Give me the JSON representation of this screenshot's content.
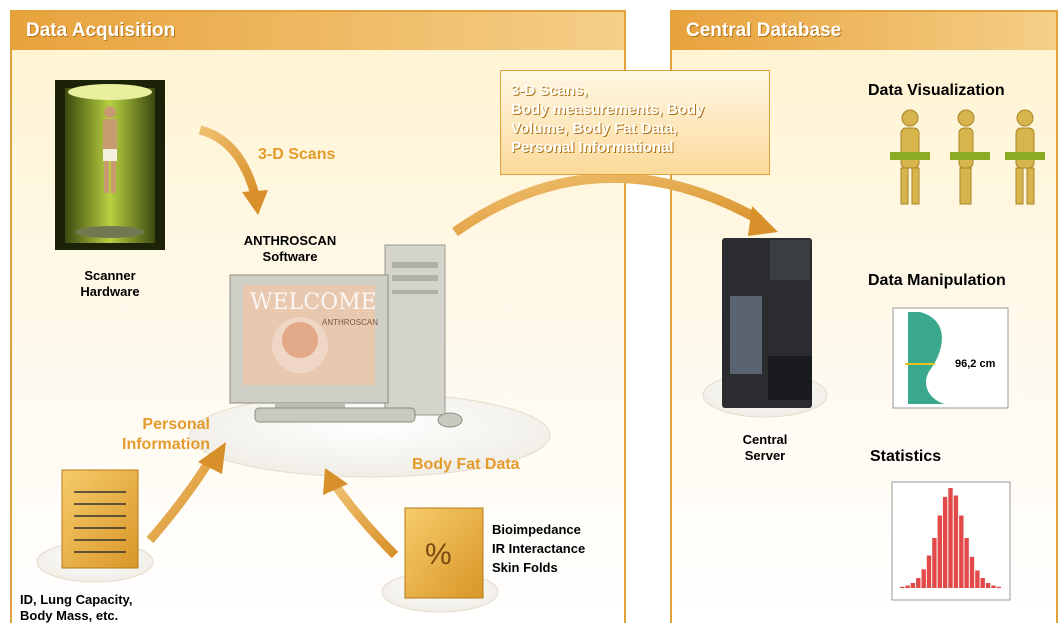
{
  "panels": {
    "acquisition_title": "Data Acquisition",
    "database_title": "Central Database"
  },
  "scanner": {
    "label_line1": "Scanner",
    "label_line2": "Hardware"
  },
  "software": {
    "label_line1": "ANTHROSCAN",
    "label_line2": "Software",
    "screen_text": "WELCOME",
    "screen_sub": "ANTHROSCAN"
  },
  "arrows": {
    "scans": "3-D Scans",
    "personal_line1": "Personal",
    "personal_line2": "Information",
    "bodyfat": "Body Fat Data"
  },
  "transfer_box": {
    "line1": "3-D Scans,",
    "line2": "Body measurements, Body",
    "line3": "Volume, Body Fat Data,",
    "line4": "Personal Informational"
  },
  "document": {
    "label_line1": "ID, Lung Capacity,",
    "label_line2": "Body Mass, etc."
  },
  "bodyfat_doc": {
    "symbol": "%",
    "methods": [
      "Bioimpedance",
      "IR Interactance",
      "Skin Folds"
    ]
  },
  "server": {
    "label_line1": "Central",
    "label_line2": "Server"
  },
  "sections": {
    "visualization": "Data Visualization",
    "manipulation": "Data Manipulation",
    "measurement": "96,2 cm",
    "statistics": "Statistics"
  },
  "histogram": {
    "values": [
      1,
      2,
      4,
      8,
      15,
      26,
      40,
      58,
      73,
      80,
      74,
      58,
      40,
      25,
      14,
      8,
      4,
      2,
      1
    ]
  },
  "colors": {
    "accent": "#e59b2c",
    "panel_border": "#e0a23a",
    "bar": "#e24a4a"
  }
}
